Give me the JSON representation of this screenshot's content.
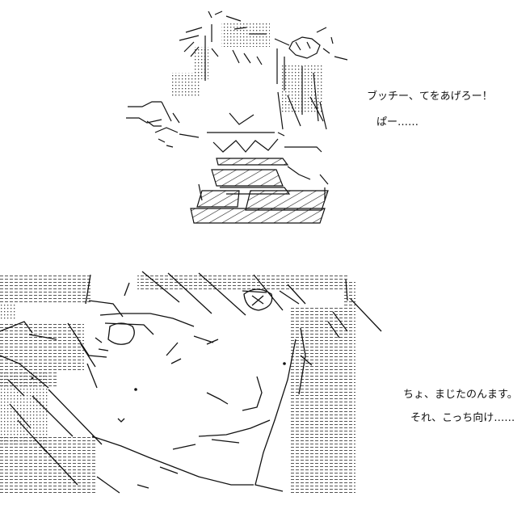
{
  "panel_top": {
    "speech_line1": "ブッチー、てをあげろー！",
    "speech_line2": "ぱー……"
  },
  "panel_bottom": {
    "speech_line1": "ちょ、まじたのんます。",
    "speech_line2": "それ、こっち向け……"
  },
  "colors": {
    "ink": "#111111",
    "shade": "#555555",
    "background": "#ffffff"
  }
}
